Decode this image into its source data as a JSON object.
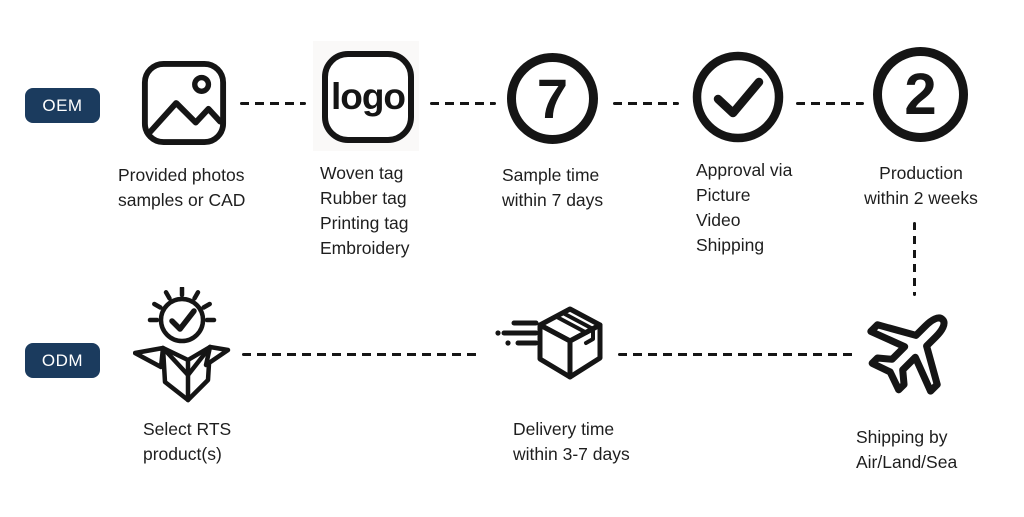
{
  "palette": {
    "badge_bg": "#1b3b5e",
    "badge_text": "#ffffff",
    "ink": "#151515",
    "text": "#1e1e1e",
    "canvas": "#ffffff"
  },
  "oem": {
    "badge": "OEM",
    "steps": [
      {
        "icon": "photo-icon",
        "lines": [
          "Provided photos",
          "samples or CAD"
        ]
      },
      {
        "icon": "logo-tag-icon",
        "icon_label": "logo",
        "lines": [
          "Woven tag",
          "Rubber tag",
          "Printing tag",
          "Embroidery"
        ]
      },
      {
        "icon": "circle-7-icon",
        "icon_label": "7",
        "lines": [
          "Sample time",
          "within 7 days"
        ]
      },
      {
        "icon": "approval-check-icon",
        "lines": [
          "Approval via",
          "Picture",
          "Video",
          "Shipping"
        ]
      },
      {
        "icon": "circle-2-icon",
        "icon_label": "2",
        "lines": [
          "Production",
          "within 2 weeks"
        ]
      }
    ]
  },
  "odm": {
    "badge": "ODM",
    "steps": [
      {
        "icon": "select-box-icon",
        "lines": [
          "Select RTS",
          "product(s)"
        ]
      },
      {
        "icon": "delivery-box-icon",
        "lines": [
          "Delivery time",
          "within 3-7 days"
        ]
      },
      {
        "icon": "airplane-icon",
        "lines": [
          "Shipping by",
          "Air/Land/Sea"
        ]
      }
    ]
  }
}
